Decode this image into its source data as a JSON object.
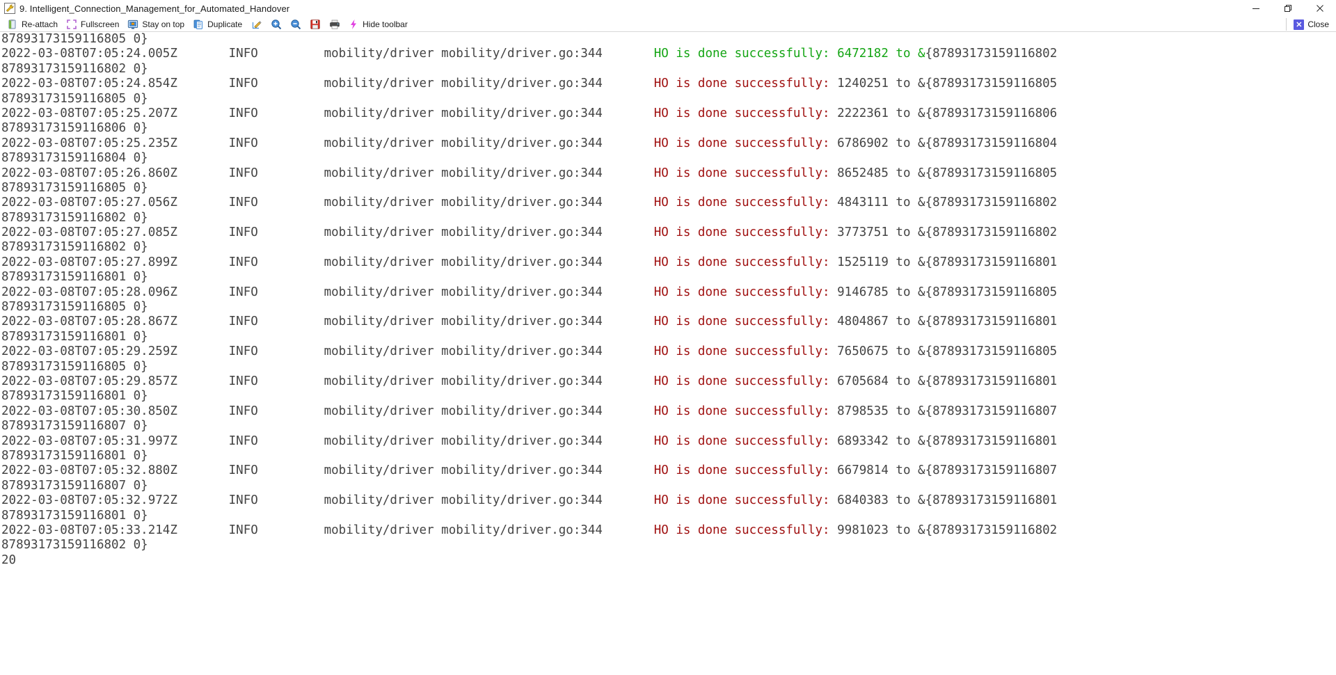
{
  "window": {
    "title": "9. Intelligent_Connection_Management_for_Automated_Handover",
    "title_icon": "wrench-icon",
    "controls": {
      "minimize": "minimize-icon",
      "maximize": "maximize-icon",
      "close": "close-icon"
    }
  },
  "toolbar": {
    "items": [
      {
        "label": "Re-attach",
        "icon": "reattach-icon"
      },
      {
        "label": "Fullscreen",
        "icon": "fullscreen-icon"
      },
      {
        "label": "Stay on top",
        "icon": "stay-on-top-icon"
      },
      {
        "label": "Duplicate",
        "icon": "duplicate-icon"
      }
    ],
    "icon_buttons": [
      {
        "name": "edit-icon"
      },
      {
        "name": "zoom-in-icon"
      },
      {
        "name": "zoom-out-icon"
      },
      {
        "name": "save-icon"
      },
      {
        "name": "print-icon"
      }
    ],
    "hide_toolbar": {
      "label": "Hide toolbar",
      "icon": "lightning-icon"
    },
    "close": {
      "label": "Close",
      "icon": "close-x-icon"
    }
  },
  "colors": {
    "message": "#a01111",
    "highlight_green": "#14a514",
    "text": "#444444",
    "close_badge": "#5a5ae0",
    "title_icon": "#e8b10a"
  },
  "log": {
    "level": "INFO",
    "source": "mobility/driver mobility/driver.go:344",
    "message": "HO is done successfully:",
    "prefix_gap": "      ",
    "lines": [
      {
        "type": "continuation",
        "text": "87893173159116805 0}"
      },
      {
        "type": "entry",
        "timestamp": "2022-03-08T07:05:24.005Z",
        "level": "INFO",
        "source": "mobility/driver mobility/driver.go:344",
        "message": "HO is done successfully:",
        "value": "6472182",
        "to": "to",
        "target": "&{87893173159116802",
        "highlight": true
      },
      {
        "type": "continuation",
        "text": "87893173159116802 0}"
      },
      {
        "type": "entry",
        "timestamp": "2022-03-08T07:05:24.854Z",
        "level": "INFO",
        "source": "mobility/driver mobility/driver.go:344",
        "message": "HO is done successfully:",
        "value": "1240251",
        "to": "to",
        "target": "&{87893173159116805",
        "highlight": false
      },
      {
        "type": "continuation",
        "text": "87893173159116805 0}"
      },
      {
        "type": "entry",
        "timestamp": "2022-03-08T07:05:25.207Z",
        "level": "INFO",
        "source": "mobility/driver mobility/driver.go:344",
        "message": "HO is done successfully:",
        "value": "2222361",
        "to": "to",
        "target": "&{87893173159116806",
        "highlight": false
      },
      {
        "type": "continuation",
        "text": "87893173159116806 0}"
      },
      {
        "type": "entry",
        "timestamp": "2022-03-08T07:05:25.235Z",
        "level": "INFO",
        "source": "mobility/driver mobility/driver.go:344",
        "message": "HO is done successfully:",
        "value": "6786902",
        "to": "to",
        "target": "&{87893173159116804",
        "highlight": false
      },
      {
        "type": "continuation",
        "text": "87893173159116804 0}"
      },
      {
        "type": "entry",
        "timestamp": "2022-03-08T07:05:26.860Z",
        "level": "INFO",
        "source": "mobility/driver mobility/driver.go:344",
        "message": "HO is done successfully:",
        "value": "8652485",
        "to": "to",
        "target": "&{87893173159116805",
        "highlight": false
      },
      {
        "type": "continuation",
        "text": "87893173159116805 0}"
      },
      {
        "type": "entry",
        "timestamp": "2022-03-08T07:05:27.056Z",
        "level": "INFO",
        "source": "mobility/driver mobility/driver.go:344",
        "message": "HO is done successfully:",
        "value": "4843111",
        "to": "to",
        "target": "&{87893173159116802",
        "highlight": false
      },
      {
        "type": "continuation",
        "text": "87893173159116802 0}"
      },
      {
        "type": "entry",
        "timestamp": "2022-03-08T07:05:27.085Z",
        "level": "INFO",
        "source": "mobility/driver mobility/driver.go:344",
        "message": "HO is done successfully:",
        "value": "3773751",
        "to": "to",
        "target": "&{87893173159116802",
        "highlight": false
      },
      {
        "type": "continuation",
        "text": "87893173159116802 0}"
      },
      {
        "type": "entry",
        "timestamp": "2022-03-08T07:05:27.899Z",
        "level": "INFO",
        "source": "mobility/driver mobility/driver.go:344",
        "message": "HO is done successfully:",
        "value": "1525119",
        "to": "to",
        "target": "&{87893173159116801",
        "highlight": false
      },
      {
        "type": "continuation",
        "text": "87893173159116801 0}"
      },
      {
        "type": "entry",
        "timestamp": "2022-03-08T07:05:28.096Z",
        "level": "INFO",
        "source": "mobility/driver mobility/driver.go:344",
        "message": "HO is done successfully:",
        "value": "9146785",
        "to": "to",
        "target": "&{87893173159116805",
        "highlight": false
      },
      {
        "type": "continuation",
        "text": "87893173159116805 0}"
      },
      {
        "type": "entry",
        "timestamp": "2022-03-08T07:05:28.867Z",
        "level": "INFO",
        "source": "mobility/driver mobility/driver.go:344",
        "message": "HO is done successfully:",
        "value": "4804867",
        "to": "to",
        "target": "&{87893173159116801",
        "highlight": false
      },
      {
        "type": "continuation",
        "text": "87893173159116801 0}"
      },
      {
        "type": "entry",
        "timestamp": "2022-03-08T07:05:29.259Z",
        "level": "INFO",
        "source": "mobility/driver mobility/driver.go:344",
        "message": "HO is done successfully:",
        "value": "7650675",
        "to": "to",
        "target": "&{87893173159116805",
        "highlight": false
      },
      {
        "type": "continuation",
        "text": "87893173159116805 0}"
      },
      {
        "type": "entry",
        "timestamp": "2022-03-08T07:05:29.857Z",
        "level": "INFO",
        "source": "mobility/driver mobility/driver.go:344",
        "message": "HO is done successfully:",
        "value": "6705684",
        "to": "to",
        "target": "&{87893173159116801",
        "highlight": false
      },
      {
        "type": "continuation",
        "text": "87893173159116801 0}"
      },
      {
        "type": "entry",
        "timestamp": "2022-03-08T07:05:30.850Z",
        "level": "INFO",
        "source": "mobility/driver mobility/driver.go:344",
        "message": "HO is done successfully:",
        "value": "8798535",
        "to": "to",
        "target": "&{87893173159116807",
        "highlight": false
      },
      {
        "type": "continuation",
        "text": "87893173159116807 0}"
      },
      {
        "type": "entry",
        "timestamp": "2022-03-08T07:05:31.997Z",
        "level": "INFO",
        "source": "mobility/driver mobility/driver.go:344",
        "message": "HO is done successfully:",
        "value": "6893342",
        "to": "to",
        "target": "&{87893173159116801",
        "highlight": false
      },
      {
        "type": "continuation",
        "text": "87893173159116801 0}"
      },
      {
        "type": "entry",
        "timestamp": "2022-03-08T07:05:32.880Z",
        "level": "INFO",
        "source": "mobility/driver mobility/driver.go:344",
        "message": "HO is done successfully:",
        "value": "6679814",
        "to": "to",
        "target": "&{87893173159116807",
        "highlight": false
      },
      {
        "type": "continuation",
        "text": "87893173159116807 0}"
      },
      {
        "type": "entry",
        "timestamp": "2022-03-08T07:05:32.972Z",
        "level": "INFO",
        "source": "mobility/driver mobility/driver.go:344",
        "message": "HO is done successfully:",
        "value": "6840383",
        "to": "to",
        "target": "&{87893173159116801",
        "highlight": false
      },
      {
        "type": "continuation",
        "text": "87893173159116801 0}"
      },
      {
        "type": "entry",
        "timestamp": "2022-03-08T07:05:33.214Z",
        "level": "INFO",
        "source": "mobility/driver mobility/driver.go:344",
        "message": "HO is done successfully:",
        "value": "9981023",
        "to": "to",
        "target": "&{87893173159116802",
        "highlight": false
      },
      {
        "type": "continuation",
        "text": "87893173159116802 0}"
      },
      {
        "type": "continuation",
        "text": "20"
      }
    ]
  }
}
